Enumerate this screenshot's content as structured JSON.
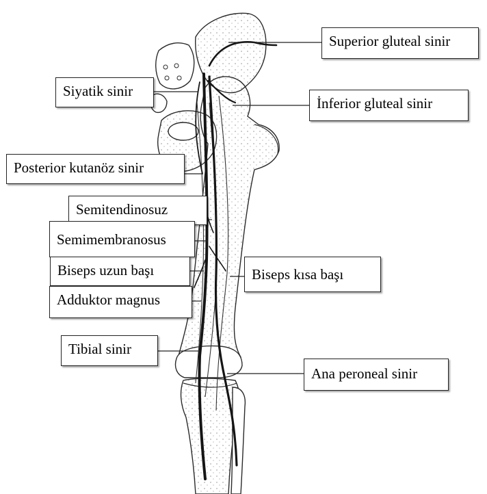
{
  "labels": {
    "superior_gluteal": "Superior gluteal sinir",
    "siyatik": "Siyatik sinir",
    "inferior_gluteal": "İnferior gluteal sinir",
    "posterior_kutanoz": "Posterior kutanöz sinir",
    "semitendinosuz": "Semitendinosuz",
    "semimembranosus": "Semimembranosus",
    "biseps_uzun": "Biseps uzun başı",
    "adduktor_magnus": "Adduktor magnus",
    "biseps_kisa": "Biseps kısa başı",
    "tibial": "Tibial sinir",
    "ana_peroneal": "Ana peroneal sinir"
  },
  "colors": {
    "outline": "#2a2a2a",
    "nerve": "#1a1a1a",
    "label_border": "#222222",
    "background": "#ffffff"
  }
}
